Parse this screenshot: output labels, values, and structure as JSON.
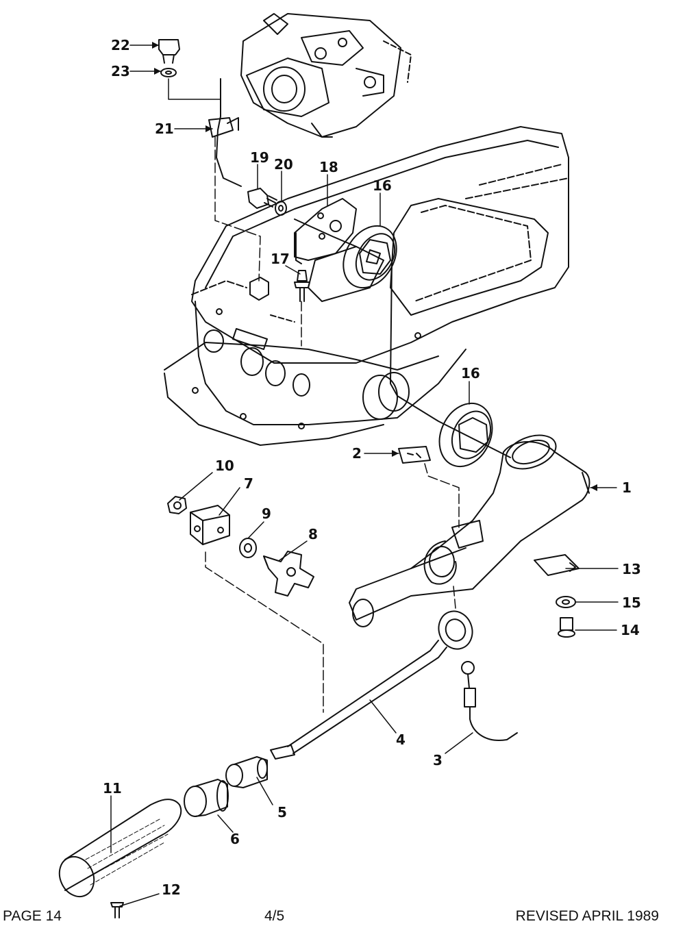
{
  "callouts": {
    "c1": "1",
    "c2": "2",
    "c3": "3",
    "c4": "4",
    "c5": "5",
    "c6": "6",
    "c7": "7",
    "c8": "8",
    "c9": "9",
    "c10": "10",
    "c11": "11",
    "c12": "12",
    "c13": "13",
    "c14": "14",
    "c15": "15",
    "c16a": "16",
    "c16b": "16",
    "c17": "17",
    "c18": "18",
    "c19": "19",
    "c20": "20",
    "c21": "21",
    "c22": "22",
    "c23": "23"
  },
  "footer": {
    "page": "PAGE 14",
    "fraction": "4/5",
    "revised": "REVISED APRIL 1989"
  }
}
